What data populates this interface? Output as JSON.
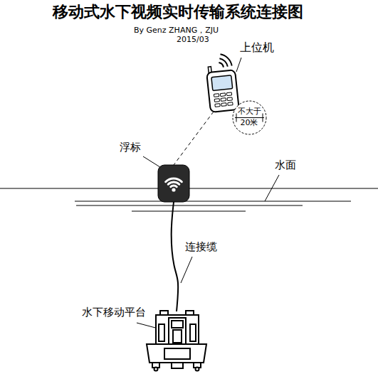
{
  "diagram": {
    "title": "移动式水下视频实时传输系统连接图",
    "nodes": [
      {
        "text": [
          "上位机"
        ]
      },
      {
        "text": [
          "不大于",
          "20米"
        ]
      },
      {
        "text": [
          "浮标"
        ]
      },
      {
        "text": [
          "水下移动平台"
        ]
      }
    ],
    "edges": [
      {
        "from": 0,
        "to": 2,
        "arrow": "none"
      },
      {
        "from": 2,
        "to": 3,
        "label": "连接缆",
        "arrow": "none"
      }
    ],
    "labels": [
      "By Genz ZHANG，ZJU",
      "2015/03",
      "水面"
    ]
  }
}
